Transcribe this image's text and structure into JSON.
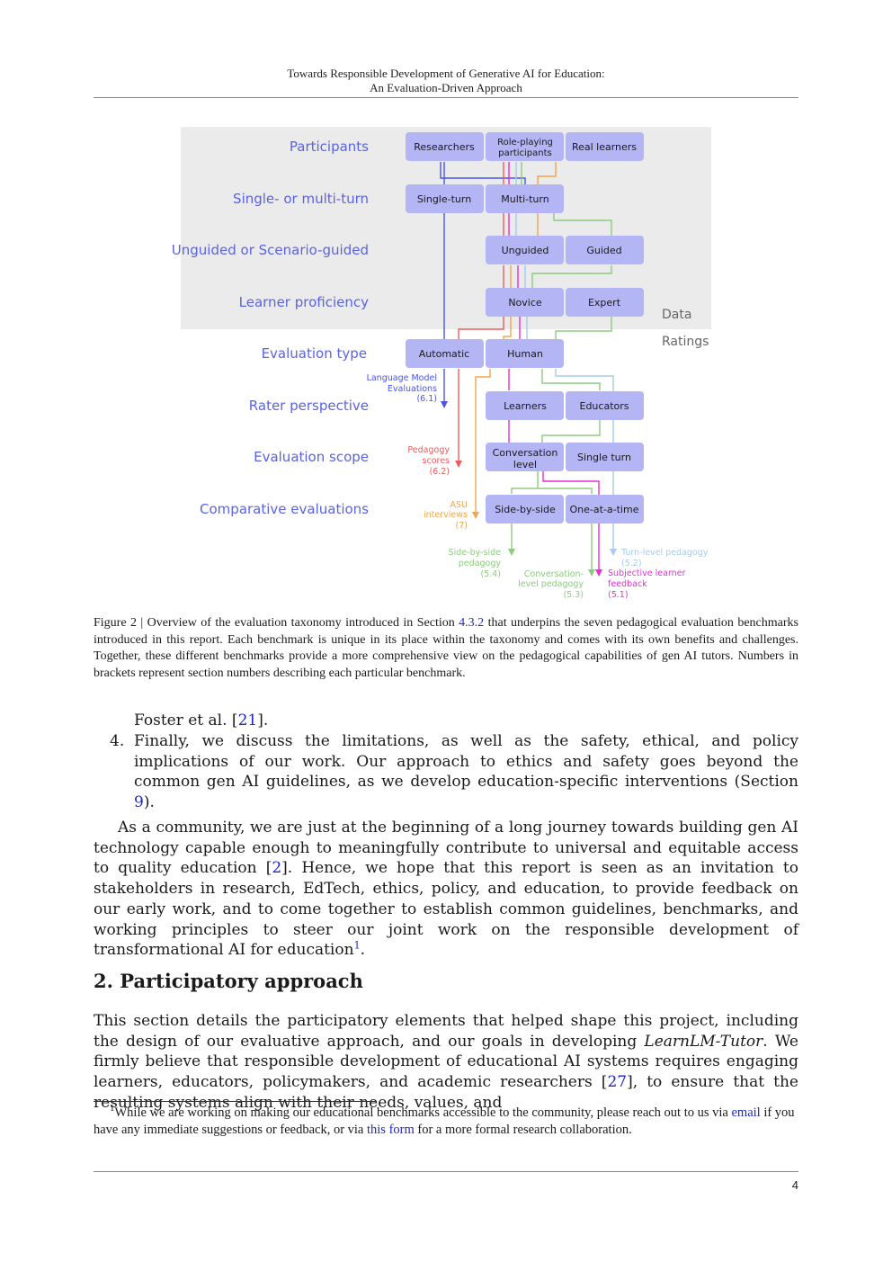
{
  "header": {
    "line1": "Towards Responsible Development of Generative AI for Education:",
    "line2": "An Evaluation-Driven Approach"
  },
  "figure": {
    "row_labels": [
      "Participants",
      "Single- or multi-turn",
      "Unguided or Scenario-guided",
      "Learner proficiency",
      "Evaluation type",
      "Rater perspective",
      "Evaluation scope",
      "Comparative evaluations"
    ],
    "boxes": {
      "researchers": "Researchers",
      "roleplay_1": "Role-playing",
      "roleplay_2": "participants",
      "real_learners": "Real learners",
      "single_turn": "Single-turn",
      "multi_turn": "Multi-turn",
      "unguided": "Unguided",
      "guided": "Guided",
      "novice": "Novice",
      "expert": "Expert",
      "automatic": "Automatic",
      "human": "Human",
      "learners": "Learners",
      "educators": "Educators",
      "conv_1": "Conversation",
      "conv_2": "level",
      "single_turn_scope": "Single turn",
      "side_by_side": "Side-by-side",
      "one_at_a_time": "One-at-a-time"
    },
    "side_labels": {
      "data": "Data",
      "ratings": "Ratings"
    },
    "endpoints": {
      "lm_1": "Language Model",
      "lm_2": "Evaluations",
      "lm_3": "(6.1)",
      "ped_1": "Pedagogy",
      "ped_2": "scores",
      "ped_3": "(6.2)",
      "asu_1": "ASU",
      "asu_2": "interviews",
      "asu_3": "(7)",
      "sbs_1": "Side-by-side",
      "sbs_2": "pedagogy",
      "sbs_3": "(5.4)",
      "conv_1": "Conversation-",
      "conv_2": "level pedagogy",
      "conv_3": "(5.3)",
      "turn_1": "Turn-level pedagogy",
      "turn_2": "(5.2)",
      "subj_1": "Subjective learner",
      "subj_2": "feedback",
      "subj_3": "(5.1)"
    },
    "colors": {
      "box": "#b3b5f5",
      "data_bg": "#ebebeb",
      "label": "#5a63e6",
      "blue": "#4a55e8",
      "red": "#ef5c5c",
      "orange": "#f5a54a",
      "green": "#8dcb7e",
      "lightblue": "#a9c9ef",
      "magenta": "#e82fd8",
      "side_label": "#666666"
    }
  },
  "caption": {
    "prefix": "Figure 2 | Overview of the evaluation taxonomy introduced in Section ",
    "section_ref": "4.3.2",
    "rest": " that underpins the seven pedagogical evaluation benchmarks introduced in this report. Each benchmark is unique in its place within the taxonomy and comes with its own benefits and challenges. Together, these different benchmarks provide a more comprehensive view on the pedagogical capabilities of gen AI tutors. Numbers in brackets represent section numbers describing each particular benchmark."
  },
  "list": {
    "continuation": "Foster et al. [",
    "continuation_ref": "21",
    "continuation_end": "].",
    "item4_num": "4.",
    "item4_text": "Finally, we discuss the limitations, as well as the safety, ethical, and policy implications of our work. Our approach to ethics and safety goes beyond the common gen AI guidelines, as we develop education-specific interventions (Section ",
    "item4_ref": "9",
    "item4_end": ")."
  },
  "paragraph1": {
    "a": "As a community, we are just at the beginning of a long journey towards building gen AI technology capable enough to meaningfully contribute to universal and equitable access to quality education [",
    "ref": "2",
    "b": "]. Hence, we hope that this report is seen as an invitation to stakeholders in research, EdTech, ethics, policy, and education, to provide feedback on our early work, and to come together to establish common guidelines, benchmarks, and working principles to steer our joint work on the responsible development of transformational AI for education",
    "fn_mark": "1",
    "c": "."
  },
  "section": {
    "title": "2.  Participatory approach"
  },
  "paragraph2": {
    "a": "This section details the participatory elements that helped shape this project, including the design of our evaluative approach, and our goals in developing ",
    "italic": "LearnLM-Tutor",
    "b": ". We firmly believe that responsible development of educational AI systems requires engaging learners, educators, policymakers, and academic researchers [",
    "ref": "27",
    "c": "], to ensure that the resulting systems align with their needs, values, and"
  },
  "footnote": {
    "mark": "1",
    "a": "While we are working on making our educational benchmarks accessible to the community, please reach out to us via ",
    "link1": "email",
    "b": " if you have any immediate suggestions or feedback, or via ",
    "link2": "this form",
    "c": " for a more formal research collaboration."
  },
  "page_number": "4"
}
